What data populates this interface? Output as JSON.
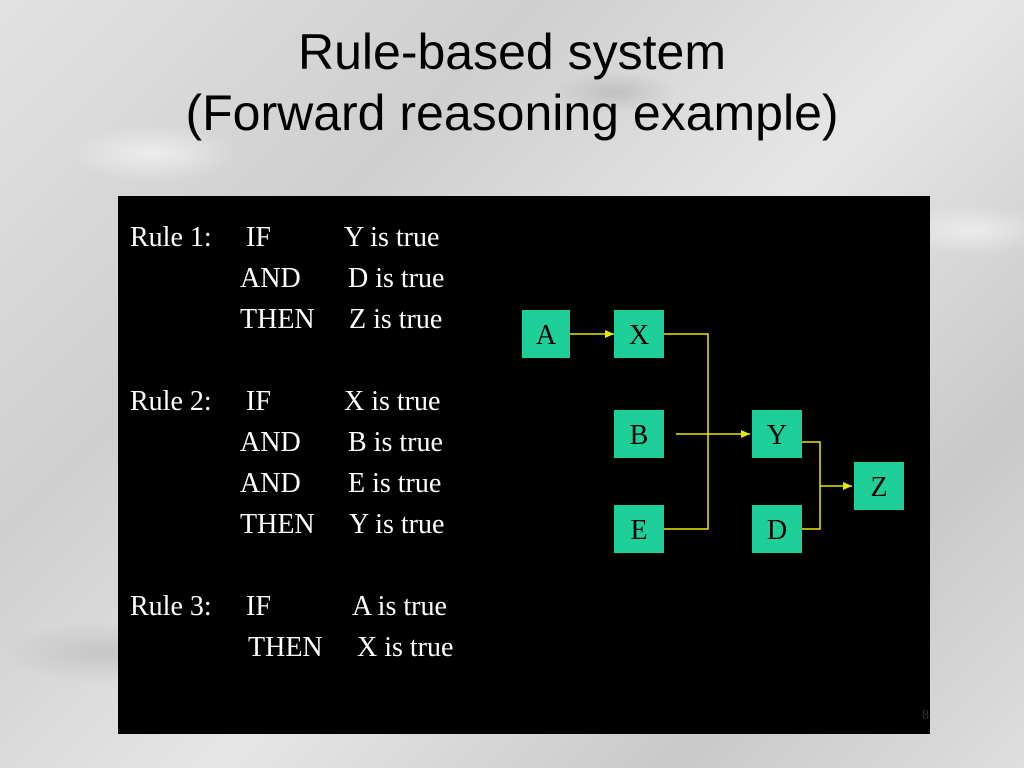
{
  "slide": {
    "title_line1": "Rule-based system",
    "title_line2": "(Forward reasoning example)",
    "page_number": "8"
  },
  "rules": [
    {
      "name": "Rule 1:",
      "lines": [
        {
          "keyword": "IF",
          "condition": "Y is true"
        },
        {
          "keyword": "AND",
          "condition": "D is true"
        },
        {
          "keyword": "THEN",
          "condition": "Z is true"
        }
      ]
    },
    {
      "name": "Rule 2:",
      "lines": [
        {
          "keyword": "IF",
          "condition": "X is true"
        },
        {
          "keyword": "AND",
          "condition": "B is true"
        },
        {
          "keyword": "AND",
          "condition": "E is true"
        },
        {
          "keyword": "THEN",
          "condition": "Y is true"
        }
      ]
    },
    {
      "name": "Rule 3:",
      "lines": [
        {
          "keyword": "IF",
          "condition": "A is true"
        },
        {
          "keyword": "THEN",
          "condition": "X is true"
        }
      ]
    }
  ],
  "diagram": {
    "node_color": "#1fcf9a",
    "arrow_color": "#e8e800",
    "nodes": {
      "A": "A",
      "X": "X",
      "B": "B",
      "E": "E",
      "Y": "Y",
      "D": "D",
      "Z": "Z"
    }
  }
}
